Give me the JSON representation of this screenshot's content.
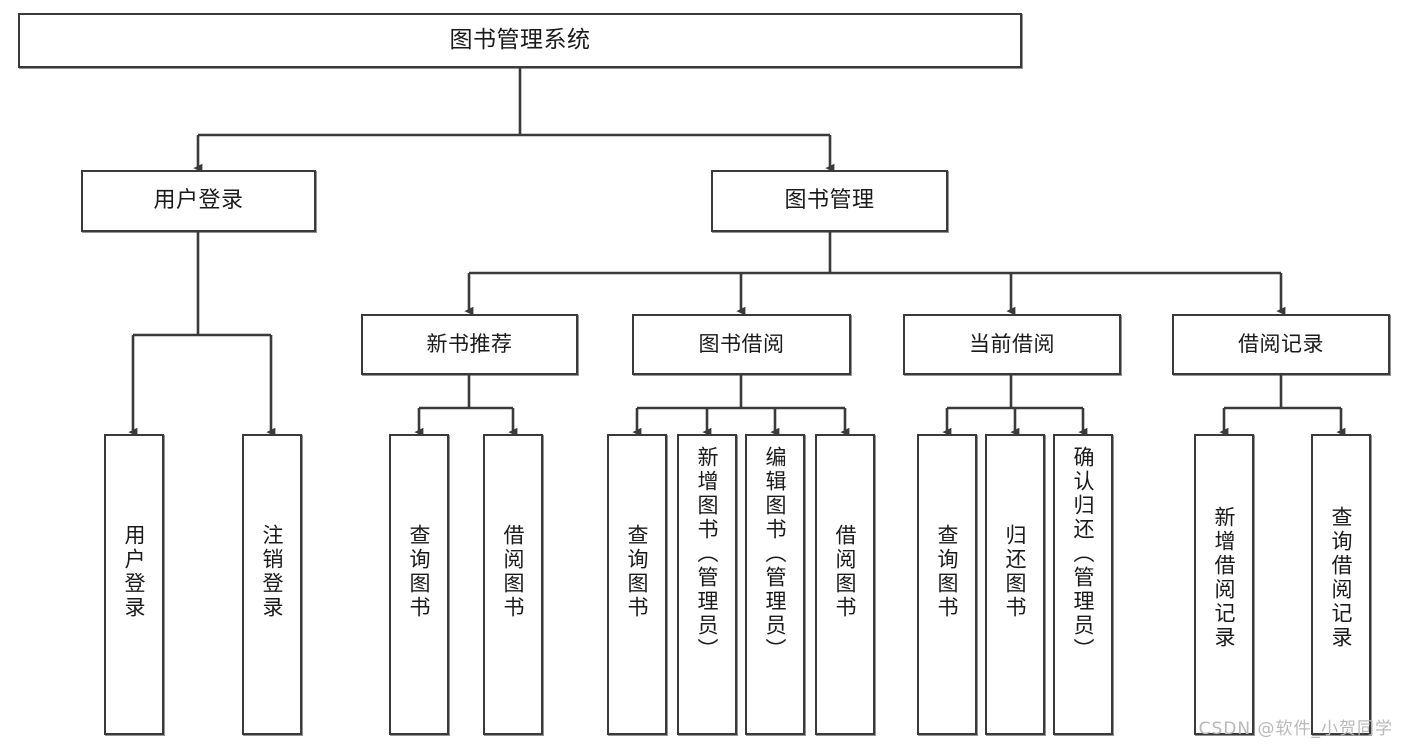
{
  "diagram": {
    "title": "图书管理系统",
    "type": "tree",
    "watermark": "CSDN @软件_小贺同学",
    "colors": {
      "stroke": "#3a3a3a",
      "fill": "#ffffff",
      "text": "#1a1a1a",
      "watermark": "#b9b9b9"
    },
    "root": {
      "label": "图书管理系统"
    },
    "level2": [
      {
        "label": "用户登录"
      },
      {
        "label": "图书管理"
      }
    ],
    "level3": [
      {
        "label": "新书推荐"
      },
      {
        "label": "图书借阅"
      },
      {
        "label": "当前借阅"
      },
      {
        "label": "借阅记录"
      }
    ],
    "leaves": {
      "user_login": [
        {
          "label": "用户登录"
        },
        {
          "label": "注销登录"
        }
      ],
      "new_book": [
        {
          "label": "查询图书"
        },
        {
          "label": "借阅图书"
        }
      ],
      "book_borrow": [
        {
          "label": "查询图书"
        },
        {
          "label": "新增图书（管理员）"
        },
        {
          "label": "编辑图书（管理员）"
        },
        {
          "label": "借阅图书"
        }
      ],
      "current_borrow": [
        {
          "label": "查询图书"
        },
        {
          "label": "归还图书"
        },
        {
          "label": "确认归还（管理员）"
        }
      ],
      "borrow_record": [
        {
          "label": "新增借阅记录"
        },
        {
          "label": "查询借阅记录"
        }
      ]
    }
  }
}
